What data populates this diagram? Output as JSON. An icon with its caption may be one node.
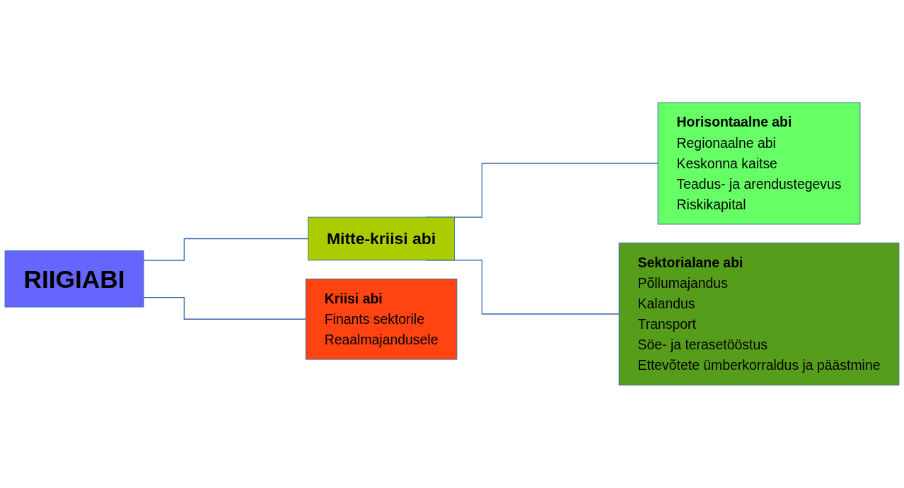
{
  "diagram": {
    "nodes": [
      {
        "text": [
          "RIIGIABI"
        ]
      },
      {
        "text": [
          "Mitte-kriisi abi"
        ]
      },
      {
        "text": [
          "Horisontaalne abi",
          "Regionaalne abi",
          "Keskonna kaitse",
          "Teadus- ja arendustegevus",
          "Riskikapital"
        ]
      },
      {
        "text": [
          "Sektorialane abi",
          "Põllumajandus",
          "Kalandus",
          "Transport",
          "Söe- ja terasetööstus",
          "Ettevõtete ümberkorraldus ja päästmine"
        ]
      },
      {
        "text": [
          "Kriisi abi",
          "Finants sektorile",
          "Reaalmajandusele"
        ]
      }
    ],
    "edges": [
      {
        "from": 0,
        "to": 1,
        "arrow": "none"
      },
      {
        "from": 0,
        "to": 4,
        "arrow": "none"
      },
      {
        "from": 1,
        "to": 2,
        "arrow": "none"
      },
      {
        "from": 1,
        "to": 3,
        "arrow": "none"
      }
    ]
  }
}
